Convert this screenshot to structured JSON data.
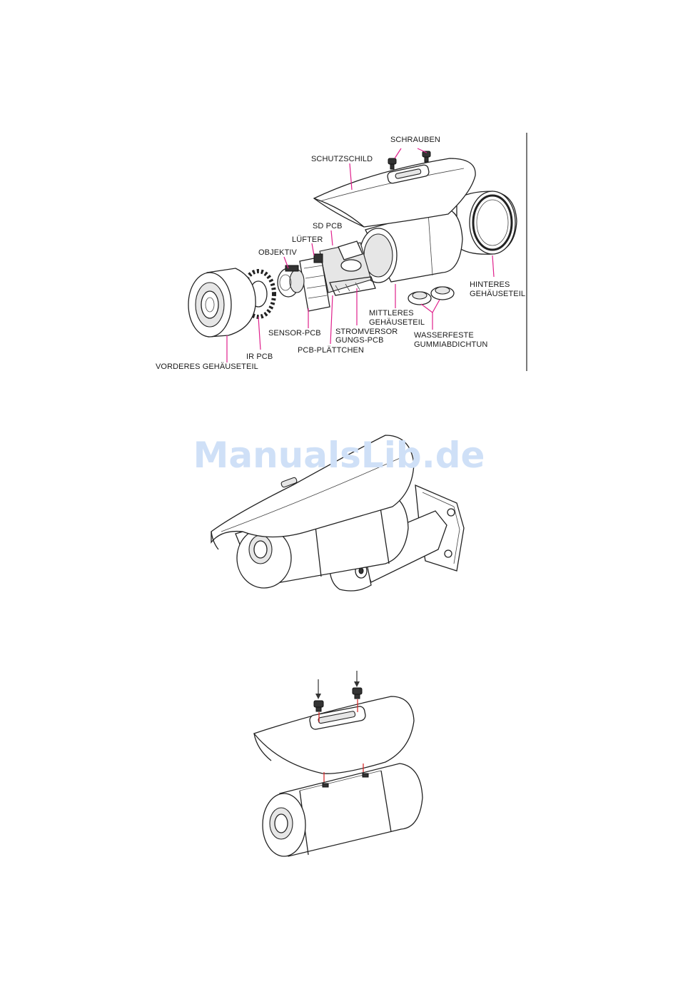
{
  "exploded_view": {
    "labels": {
      "schrauben": "SCHRAUBEN",
      "schutzschild": "SCHUTZSCHILD",
      "sd_pcb": "SD PCB",
      "luefter": "LÜFTER",
      "objektiv": "OBJEKTIV",
      "hinteres_1": "HINTERES",
      "hinteres_2": "GEHÄUSETEIL",
      "mittleres_1": "MITTLERES",
      "mittleres_2": "GEHÄUSETEIL",
      "sensor_pcb": "SENSOR-PCB",
      "strom_1": "STROMVERSOR",
      "strom_2": "GUNGS-PCB",
      "wasser_1": "WASSERFESTE",
      "wasser_2": "GUMMIABDICHTUN",
      "ir_pcb": "IR PCB",
      "pcb_plaettchen": "PCB-PLÄTTCHEN",
      "vorderes": "VORDERES GEHÄUSETEIL"
    }
  },
  "watermark": "ManualsLib.de"
}
